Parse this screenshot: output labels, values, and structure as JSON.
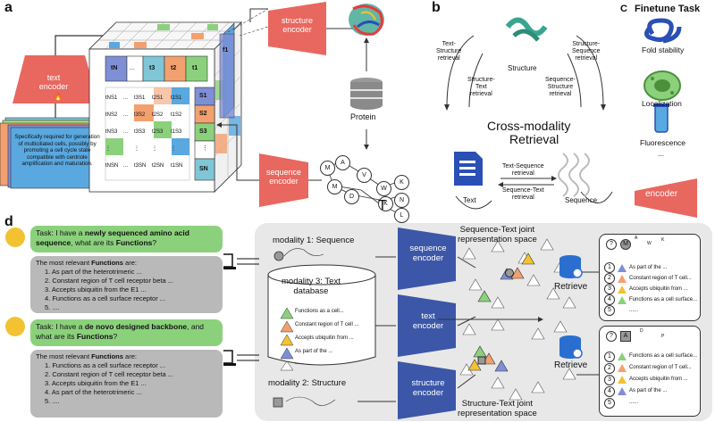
{
  "panels": {
    "a": "a",
    "b": "b",
    "c": "C",
    "d": "d"
  },
  "panel_a": {
    "text_encoder": "text\nencoder",
    "structure_encoder": "structure\nencoder",
    "sequence_encoder": "sequence\nencoder",
    "protein_label": "Protein",
    "text_card": "Specifically required for generation of multiciliated cells, possibly by promoting a cell cycle state compatible with centriole amplification and maturation.",
    "t_labels": [
      "tN",
      "...",
      "t3",
      "t2",
      "t1"
    ],
    "f_label": "f1",
    "s_labels": [
      "S1",
      "S2",
      "S3",
      "⋮",
      "SN"
    ],
    "matrix_rows": [
      [
        "tNS1",
        "...",
        "t3S1",
        "t2S1",
        "t1S1"
      ],
      [
        "tNS2",
        "...",
        "t3S2",
        "t2S2",
        "t1S2"
      ],
      [
        "tNS3",
        "...",
        "t3S3",
        "t2S3",
        "t1S3"
      ],
      [
        "⋮",
        "",
        "⋮",
        "⋮",
        "⋮"
      ],
      [
        "tNSN",
        "...",
        "t3SN",
        "t2SN",
        "t1SN"
      ]
    ],
    "residues": [
      "M",
      "A",
      "V",
      "W",
      "K",
      "M",
      "N",
      "D",
      "K",
      "L",
      "T"
    ]
  },
  "panel_b": {
    "title_line1": "Cross-modality",
    "title_line2": "Retrieval",
    "structure": "Structure",
    "text": "Text",
    "sequence": "Sequence",
    "arrows": {
      "text_structure": "Text-\nStructure\nretrieval",
      "structure_text": "Structure-\nText\nretrieval",
      "structure_sequence": "Structure-\nSequence\nretrieval",
      "sequence_structure": "Sequence-\nStructure\nretrieval",
      "text_sequence": "Text-Sequence\nretrieval",
      "sequence_text": "Sequence-Text\nretrieval"
    }
  },
  "panel_c": {
    "title": "Finetune Task",
    "tasks": [
      "Fold stability",
      "Localization",
      "Fluorescence",
      "..."
    ],
    "encoder": "encoder"
  },
  "panel_d": {
    "task1_prefix": "Task: I have a ",
    "task1_bold": "newly sequenced amino acid sequence",
    "task1_mid": ", what are its ",
    "task1_bold2": "Functions",
    "task1_end": "?",
    "answer1_head_prefix": "The most relevant ",
    "answer1_head_bold": "Functions",
    "answer1_head_end": " are:",
    "answer1_items": [
      "1. As part of the heterotrimeric ...",
      "2. Constant region of T cell receptor  beta ...",
      "3. Accepts ubiquitin from the E1 ...",
      "4. Functions as a cell surface receptor ...",
      "5. ...."
    ],
    "task2_prefix": "Task: I have a ",
    "task2_bold": "de novo designed backbone",
    "task2_mid": ", and what are its ",
    "task2_bold2": "Functions",
    "task2_end": "?",
    "answer2_head_prefix": "The most relevant ",
    "answer2_head_bold": "Functions",
    "answer2_head_end": " are:",
    "answer2_items": [
      "1. Functions as a cell surface receptor ...",
      "2. Constant region of T cell receptor  beta ...",
      "3. Accepts ubiquitin from the E1 ...",
      "4. As part of the heterotrimeric ...",
      "5. ...."
    ],
    "modality1": "modality 1: Sequence",
    "modality2": "modality 2: Structure",
    "modality3": "modality 3: Text\ndatabase",
    "db_items": [
      "Functions as  a cell...",
      "Constant region of T cell ...",
      "Accepts ubiquitin from ...",
      "As part of the ...",
      "......"
    ],
    "sequence_encoder": "sequence\nencoder",
    "text_encoder": "text\nencoder",
    "structure_encoder": "structure\nencoder",
    "space_top": "Sequence-Text joint\nrepresentation space",
    "space_bottom": "Structure-Text joint\nrepresentation space",
    "retrieve": "Retrieve",
    "result1": [
      "As part of the ...",
      "Constant region of T cell...",
      "Accepts ubiquitin from ...",
      "Functions as a cell surface...",
      "......"
    ],
    "result2": [
      "Functions as a cell surface...",
      "Constant region of T cell...",
      "Accepts ubiquitin from ...",
      "As part of the ...",
      "......"
    ],
    "rank_numbers": [
      "1",
      "2",
      "3",
      "4",
      "5"
    ],
    "mini_seq": [
      "M",
      "A",
      "W",
      "K"
    ],
    "mini_struct": [
      "A",
      "D",
      "P"
    ]
  },
  "colors": {
    "encoder_red": "#e8675f",
    "encoder_blue": "#3c57a8",
    "teal": "#3aa58e",
    "chat_green": "#8bd17c",
    "chat_grey": "#b9b9b9"
  }
}
